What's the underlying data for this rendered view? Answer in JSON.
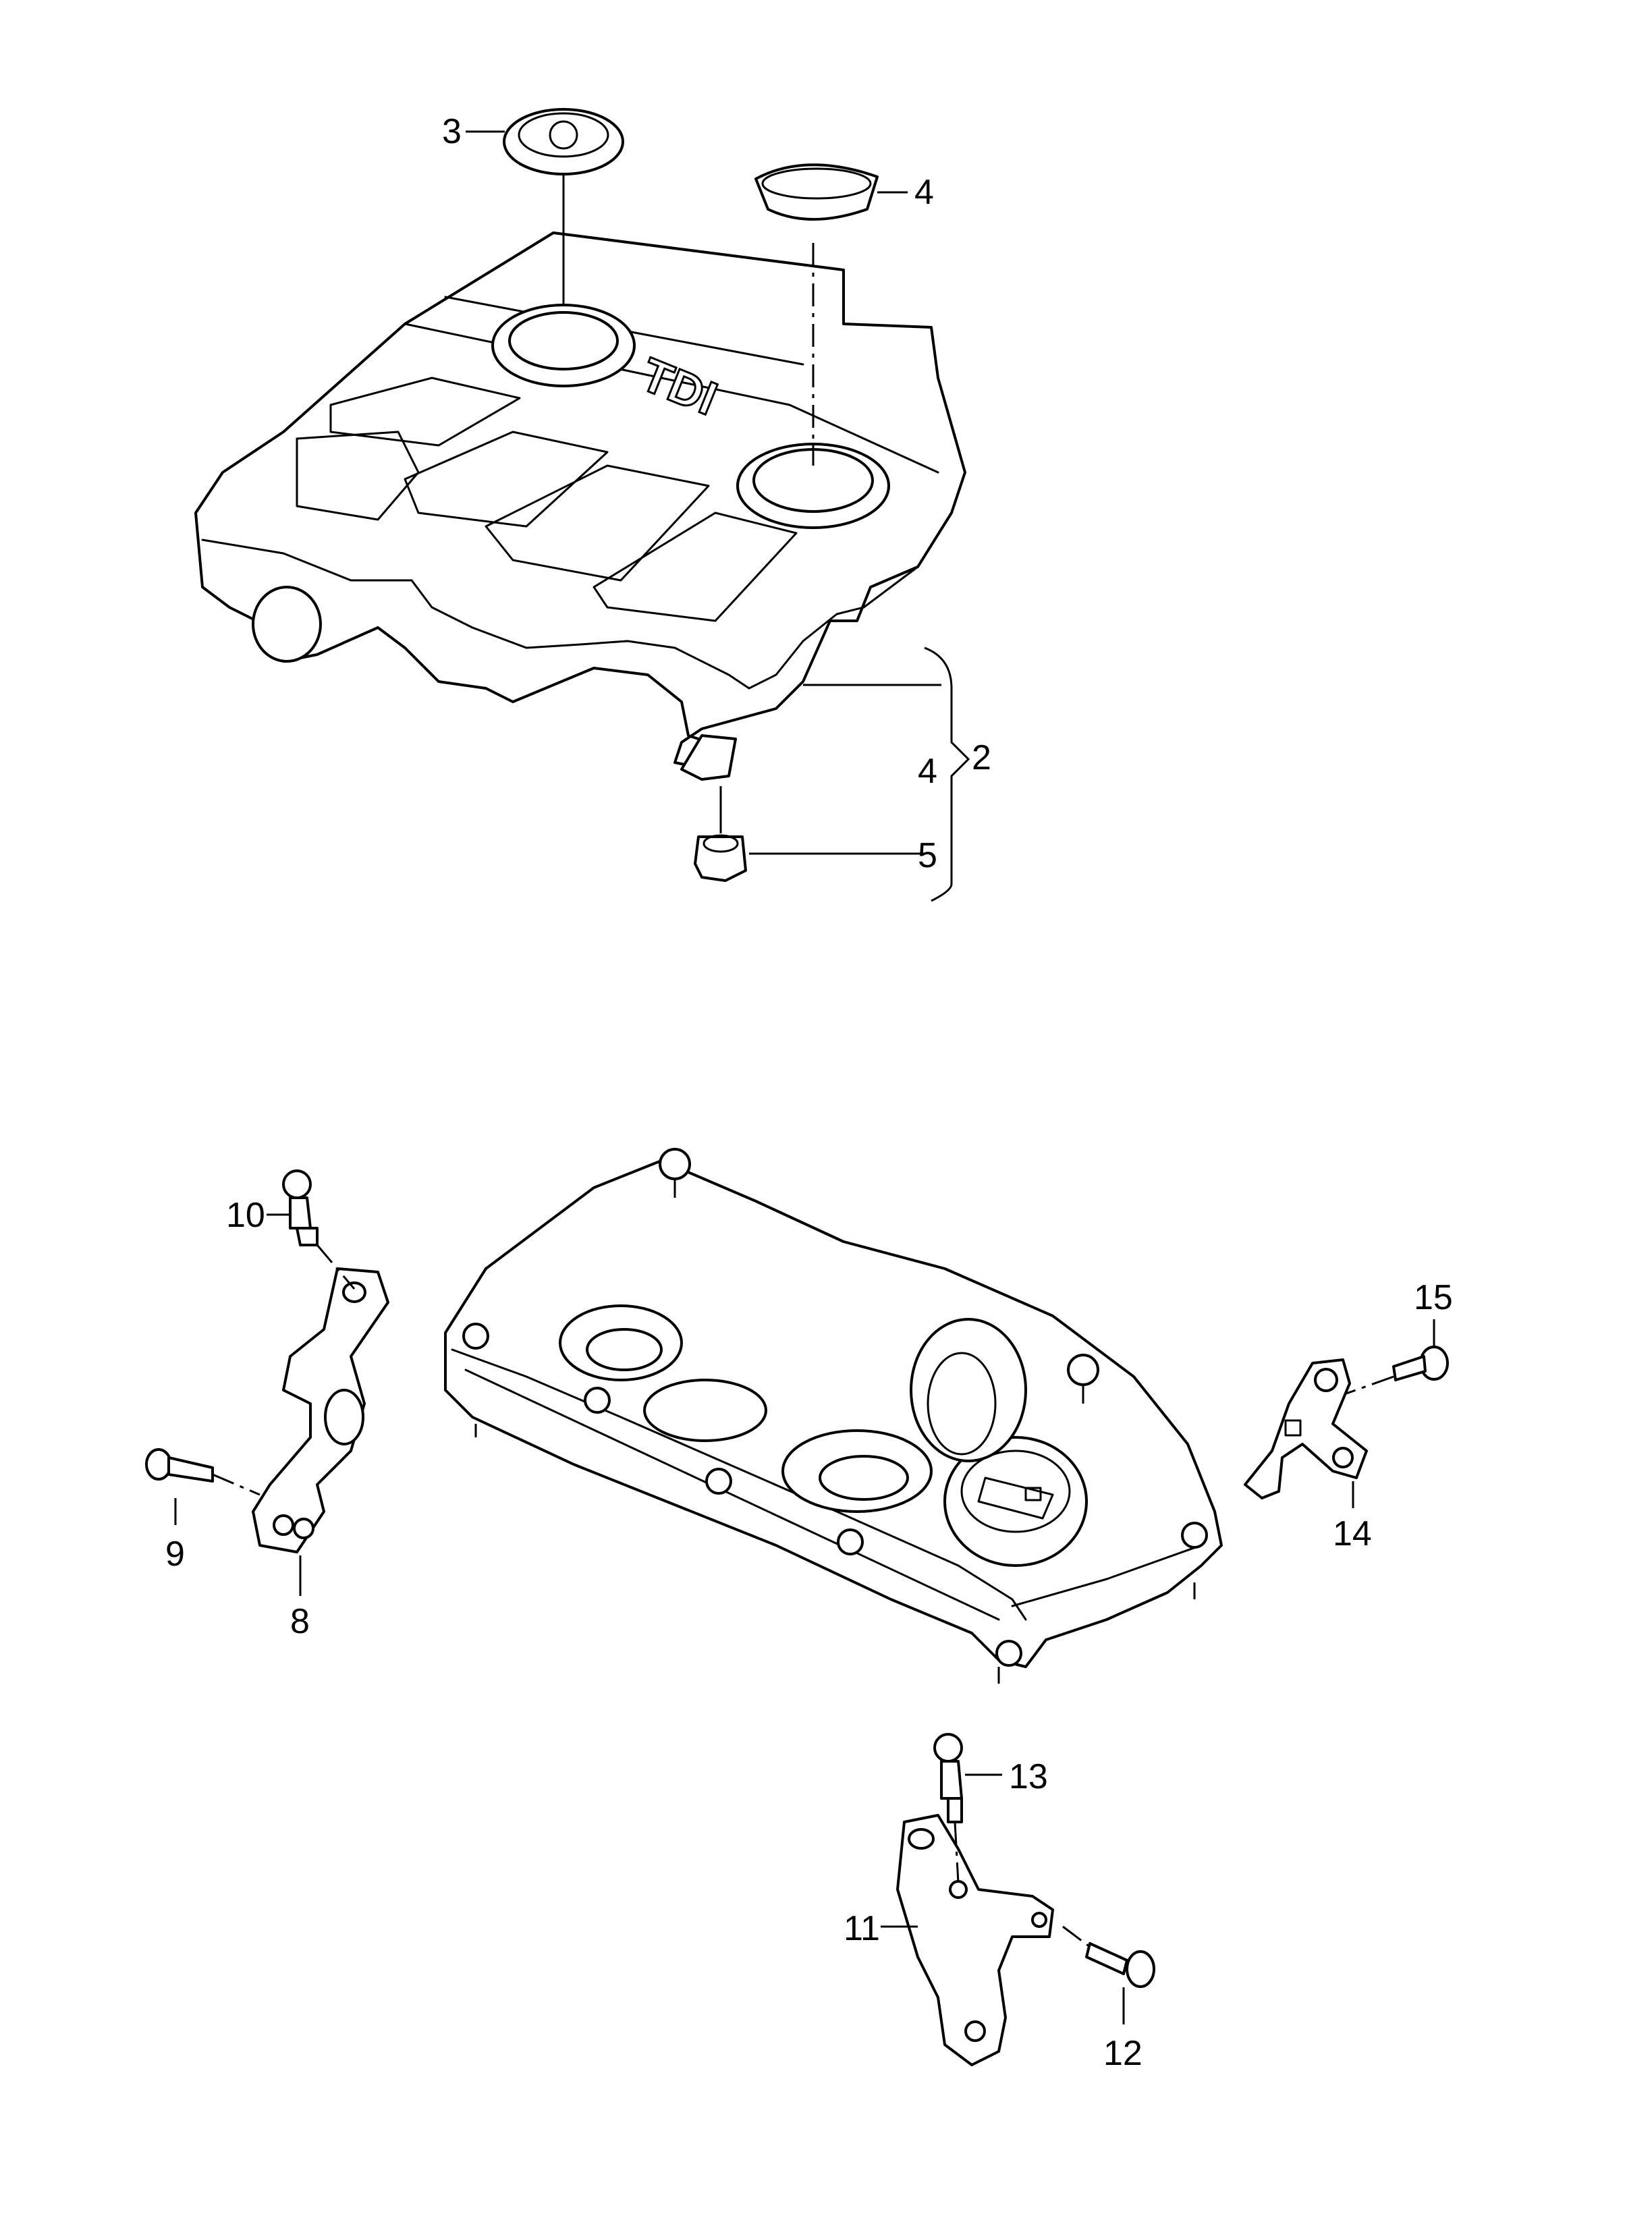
{
  "callouts": {
    "c2": "2",
    "c3": "3",
    "c4_top": "4",
    "c4_bracket": "4",
    "c5": "5",
    "c8": "8",
    "c9": "9",
    "c10": "10",
    "c11": "11",
    "c12": "12",
    "c13": "13",
    "c14": "14",
    "c15": "15"
  },
  "engine_cover": {
    "emblem_text": "TDI"
  }
}
